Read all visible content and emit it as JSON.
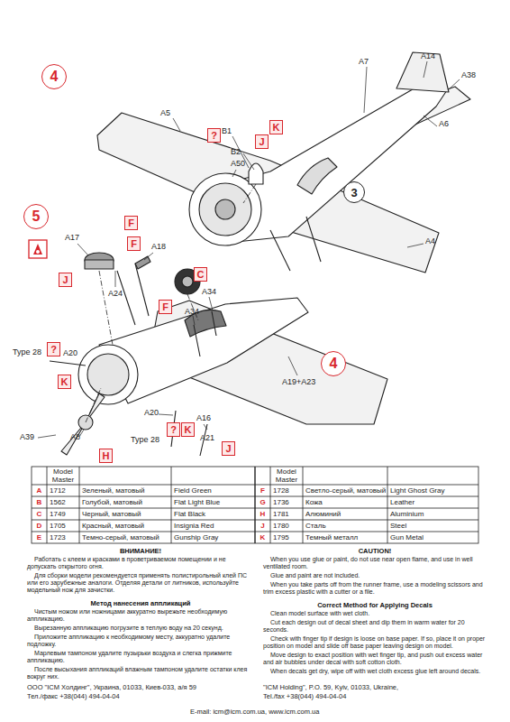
{
  "diagram": {
    "nodes": [
      {
        "text": [
          "4"
        ]
      },
      {
        "text": [
          "?"
        ]
      },
      {
        "text": [
          "J"
        ]
      },
      {
        "text": [
          "K"
        ]
      },
      {
        "text": [
          "3"
        ]
      },
      {
        "text": [
          "5"
        ]
      },
      {
        "text": [
          "F"
        ]
      },
      {
        "text": [
          "F"
        ]
      },
      {
        "text": [
          "J"
        ]
      },
      {
        "text": [
          "C"
        ]
      },
      {
        "text": [
          "F"
        ]
      },
      {
        "text": [
          "?"
        ]
      },
      {
        "text": [
          "4"
        ]
      },
      {
        "text": [
          "K"
        ]
      },
      {
        "text": [
          "?"
        ]
      },
      {
        "text": [
          "K"
        ]
      },
      {
        "text": [
          "J"
        ]
      },
      {
        "text": [
          "H"
        ]
      }
    ],
    "labels": [
      "A5",
      "B1",
      "B2",
      "A50",
      "A7",
      "A14",
      "A38",
      "A6",
      "A4",
      "A17",
      "A18",
      "A24",
      "A34",
      "A34",
      "Type 28",
      "A20",
      "A19+A23",
      "A39",
      "A8",
      "A20",
      "Type 28",
      "A16",
      "A21",
      "Model Master",
      "Model Master",
      "A",
      "1712",
      "Зеленый, матовый",
      "Field Green",
      "F",
      "1728",
      "Светло-серый, матовый",
      "Light Ghost Gray",
      "B",
      "1562",
      "Голубой, матовый",
      "Flat Light Blue",
      "G",
      "1736",
      "Кожа",
      "Leather",
      "C",
      "1749",
      "Черный, матовый",
      "Flat Black",
      "H",
      "1781",
      "Алюминий",
      "Aluminium",
      "D",
      "1705",
      "Красный, матовый",
      "Insignia Red",
      "J",
      "1780",
      "Сталь",
      "Steel",
      "E",
      "1723",
      "Темно-серый, матовый",
      "Gunship Gray",
      "K",
      "1795",
      "Темный металл",
      "Gun Metal",
      "ВНИМАНИЕ!",
      "Работать с клеем и красками в проветриваемом помещении и не допускать открытого огня.",
      "Для сборки модели рекомендуется применять полистирольный клей ПС или его зарубежные аналоги. Отделяя детали от литников, используйте модельный нож для зачистки.",
      "Метод нанесения аппликаций",
      "Чистым ножом или ножницами аккуратно вырежьте необходимую аппликацию.",
      "Вырезанную аппликацию погрузите в теплую воду на 20 секунд.",
      "Приложите аппликацию к необходимому месту, аккуратно удалите подложку.",
      "Марлевым тампоном удалите пузырьки воздуха и слегка прижмите аппликацию.",
      "После высыхания аппликаций влажным тампоном удалите остатки клея вокруг них.",
      "CAUTION!",
      "When you use glue or paint, do not use near open flame, and use in well ventilated room.",
      "Glue and paint are not included.",
      "When you take parts off from the runner frame, use a modeling scissors and trim excess plastic with a cutter or a file.",
      "Correct Method for Applying Decals",
      "Clean model surface with wet cloth.",
      "Cut each design out of decal sheet and dip them in warm water for 20 seconds.",
      "Check with finger tip if design is loose on base paper. If so, place it on proper position on model and slide off base paper leaving design on model.",
      "Move design to exact position with wet finger tip, and push out excess water and air bubbles under decal with soft cotton cloth.",
      "When decals get dry, wipe off with wet cloth excess glue left around decals.",
      "ООО \"ICM Холдинг\", Украина, 01033, Киев-033, а/я 59",
      "Тел./факс +38(044) 494-04-04",
      "\"ICM Holding\", P.O. 59, Kyiv, 01033, Ukraine,",
      "Tel./fax +38(044) 494-04-04",
      "E-mail: icm@icm.com.ua, www.icm.com.ua"
    ]
  }
}
